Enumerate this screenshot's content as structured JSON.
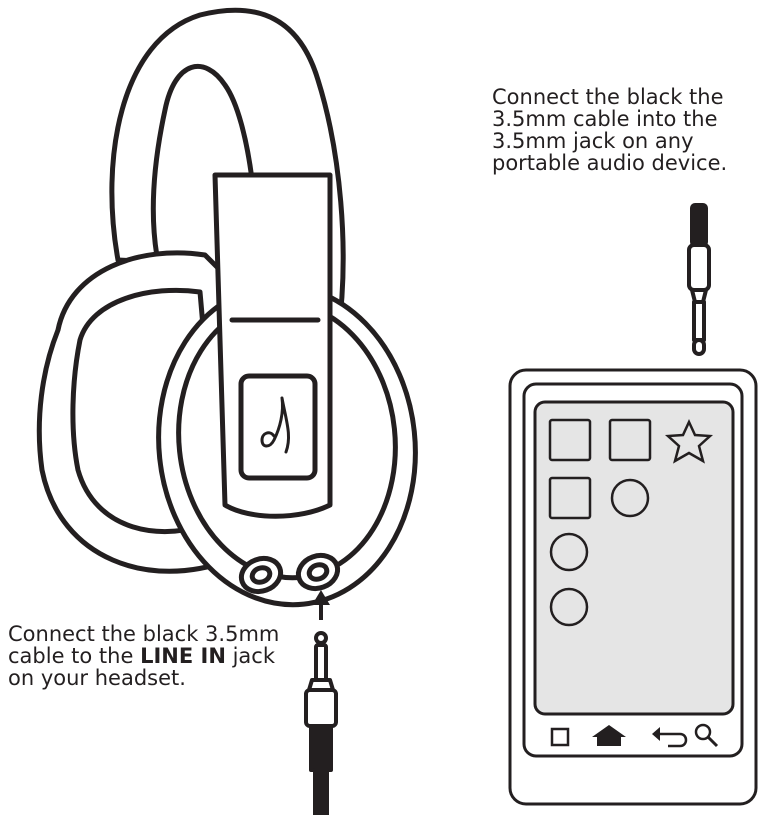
{
  "device_instruction": {
    "lines": [
      "Connect the black the",
      "3.5mm cable into the",
      "3.5mm jack on any",
      "portable audio device."
    ]
  },
  "headset_instruction": {
    "line1": "Connect the black 3.5mm",
    "line2_before": "cable to the ",
    "line2_bold": "LINE IN",
    "line2_after": " jack",
    "line3": "on your headset."
  },
  "phone": {
    "app_icons": [
      "square",
      "square",
      "star",
      "square",
      "circle",
      "circle",
      "circle"
    ],
    "nav_icons": [
      "square-icon",
      "home-icon",
      "back-icon",
      "search-icon"
    ]
  },
  "headset": {
    "logo_glyph": "ℓ"
  }
}
